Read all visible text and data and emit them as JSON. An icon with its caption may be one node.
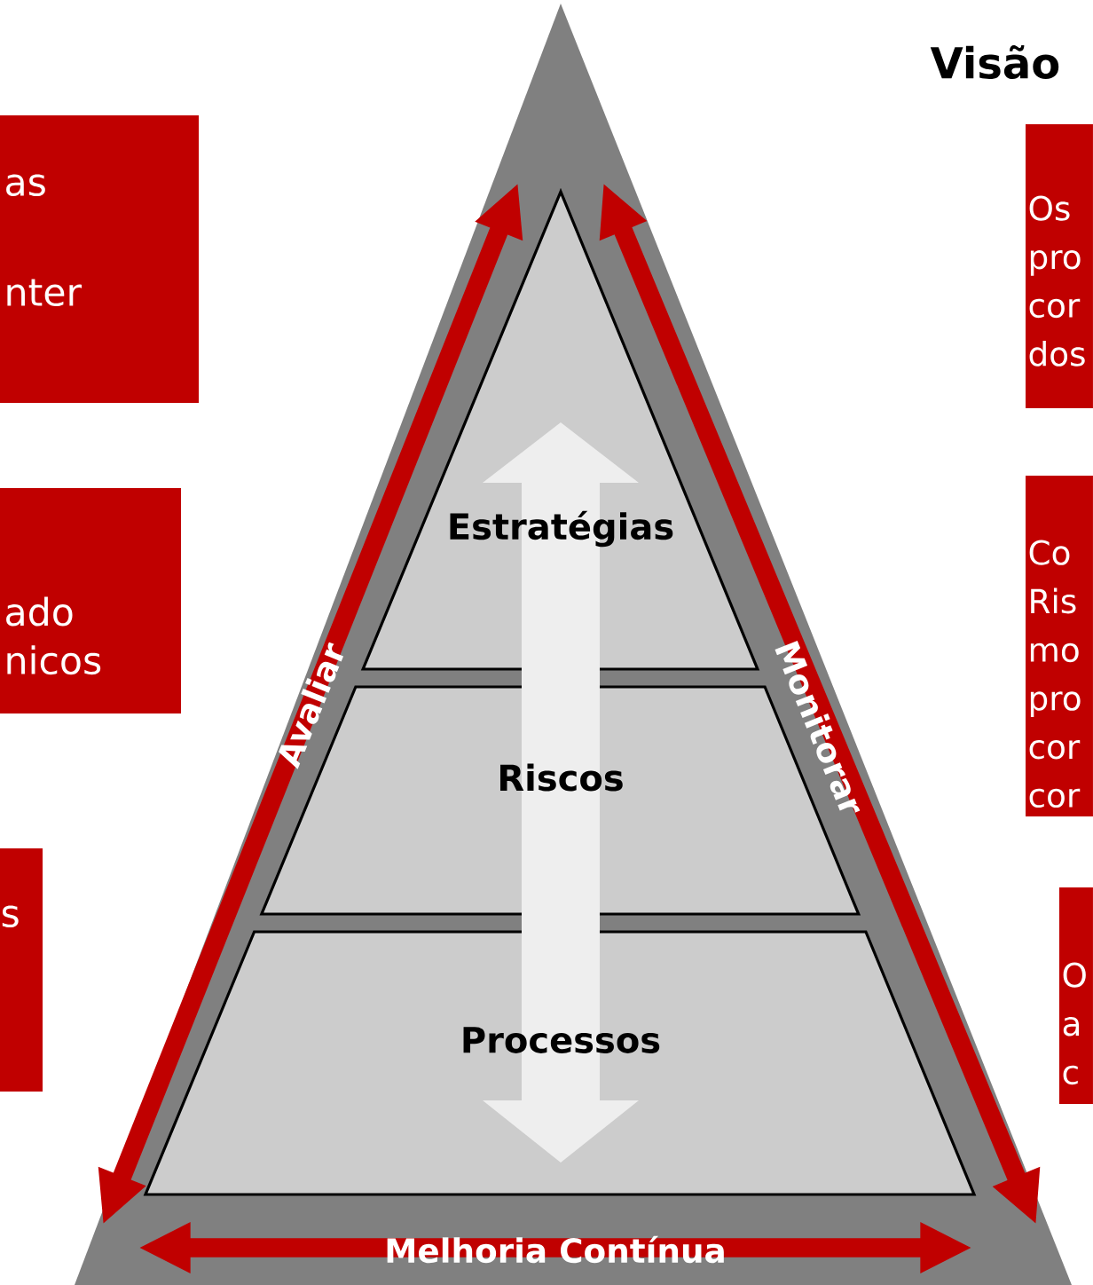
{
  "diagram": {
    "title": "Visão",
    "nodes": [
      {
        "text": [
          "as",
          "nter"
        ]
      },
      {
        "text": [
          "ado nicos"
        ]
      },
      {
        "text": [
          "s"
        ]
      },
      {
        "text": [
          "Estratégias"
        ]
      },
      {
        "text": [
          "Riscos"
        ]
      },
      {
        "text": [
          "Processos"
        ]
      },
      {
        "text": [
          "Os pro cor dos"
        ]
      },
      {
        "text": [
          "Co Ris mo pro cor cor"
        ]
      },
      {
        "text": [
          "O a c"
        ]
      }
    ],
    "labels": [
      "Avaliar",
      "Monitorar",
      "Melhoria Contínua"
    ]
  }
}
